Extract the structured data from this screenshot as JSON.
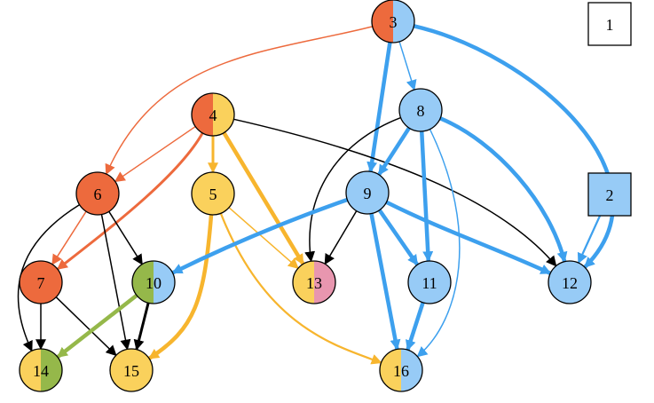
{
  "colors": {
    "orange": "#ED6A3D",
    "yellow": "#FAD15C",
    "blue": "#97CBF6",
    "green": "#95B84A",
    "pink": "#E896AF",
    "edge_orange": "#ED6A3D",
    "edge_yellow": "#F7B52E",
    "edge_blue": "#3DA0EE",
    "edge_green": "#95B84A",
    "edge_black": "#000000"
  },
  "nodes": [
    {
      "id": "1",
      "label": "1",
      "shape": "box",
      "fills": [
        "#ffffff"
      ]
    },
    {
      "id": "2",
      "label": "2",
      "shape": "box",
      "fills": [
        "#97CBF6"
      ]
    },
    {
      "id": "3",
      "label": "3",
      "shape": "circle",
      "fills": [
        "#ED6A3D",
        "#97CBF6"
      ]
    },
    {
      "id": "4",
      "label": "4",
      "shape": "circle",
      "fills": [
        "#ED6A3D",
        "#FAD15C"
      ]
    },
    {
      "id": "5",
      "label": "5",
      "shape": "circle",
      "fills": [
        "#FAD15C"
      ]
    },
    {
      "id": "6",
      "label": "6",
      "shape": "circle",
      "fills": [
        "#ED6A3D"
      ]
    },
    {
      "id": "7",
      "label": "7",
      "shape": "circle",
      "fills": [
        "#ED6A3D"
      ]
    },
    {
      "id": "8",
      "label": "8",
      "shape": "circle",
      "fills": [
        "#97CBF6"
      ]
    },
    {
      "id": "9",
      "label": "9",
      "shape": "circle",
      "fills": [
        "#97CBF6"
      ]
    },
    {
      "id": "10",
      "label": "10",
      "shape": "circle",
      "fills": [
        "#95B84A",
        "#97CBF6"
      ]
    },
    {
      "id": "11",
      "label": "11",
      "shape": "circle",
      "fills": [
        "#97CBF6"
      ]
    },
    {
      "id": "12",
      "label": "12",
      "shape": "circle",
      "fills": [
        "#97CBF6"
      ]
    },
    {
      "id": "13",
      "label": "13",
      "shape": "circle",
      "fills": [
        "#FAD15C",
        "#E896AF"
      ]
    },
    {
      "id": "14",
      "label": "14",
      "shape": "circle",
      "fills": [
        "#FAD15C",
        "#95B84A"
      ]
    },
    {
      "id": "15",
      "label": "15",
      "shape": "circle",
      "fills": [
        "#FAD15C"
      ]
    },
    {
      "id": "16",
      "label": "16",
      "shape": "circle",
      "fills": [
        "#FAD15C",
        "#97CBF6"
      ]
    }
  ],
  "edges": [
    {
      "from": "3",
      "to": "6",
      "color": "#ED6A3D",
      "weight": 1
    },
    {
      "from": "3",
      "to": "8",
      "color": "#3DA0EE",
      "weight": 1
    },
    {
      "from": "3",
      "to": "9",
      "color": "#3DA0EE",
      "weight": 3
    },
    {
      "from": "3",
      "to": "12",
      "color": "#3DA0EE",
      "weight": 3
    },
    {
      "from": "4",
      "to": "6",
      "color": "#ED6A3D",
      "weight": 1
    },
    {
      "from": "4",
      "to": "7",
      "color": "#ED6A3D",
      "weight": 2
    },
    {
      "from": "4",
      "to": "5",
      "color": "#F7B52E",
      "weight": 2
    },
    {
      "from": "4",
      "to": "13",
      "color": "#F7B52E",
      "weight": 3
    },
    {
      "from": "4",
      "to": "12",
      "color": "#000000",
      "weight": 1
    },
    {
      "from": "5",
      "to": "13",
      "color": "#F7B52E",
      "weight": 1
    },
    {
      "from": "5",
      "to": "15",
      "color": "#F7B52E",
      "weight": 3
    },
    {
      "from": "5",
      "to": "16",
      "color": "#F7B52E",
      "weight": 1.5
    },
    {
      "from": "6",
      "to": "7",
      "color": "#ED6A3D",
      "weight": 1
    },
    {
      "from": "6",
      "to": "10",
      "color": "#000000",
      "weight": 1
    },
    {
      "from": "6",
      "to": "14",
      "color": "#000000",
      "weight": 1
    },
    {
      "from": "6",
      "to": "15",
      "color": "#000000",
      "weight": 1
    },
    {
      "from": "7",
      "to": "14",
      "color": "#000000",
      "weight": 1
    },
    {
      "from": "7",
      "to": "15",
      "color": "#000000",
      "weight": 1
    },
    {
      "from": "8",
      "to": "9",
      "color": "#3DA0EE",
      "weight": 3
    },
    {
      "from": "8",
      "to": "11",
      "color": "#3DA0EE",
      "weight": 3
    },
    {
      "from": "8",
      "to": "12",
      "color": "#3DA0EE",
      "weight": 3
    },
    {
      "from": "8",
      "to": "13",
      "color": "#000000",
      "weight": 1
    },
    {
      "from": "8",
      "to": "16",
      "color": "#3DA0EE",
      "weight": 1
    },
    {
      "from": "9",
      "to": "10",
      "color": "#3DA0EE",
      "weight": 3
    },
    {
      "from": "9",
      "to": "11",
      "color": "#3DA0EE",
      "weight": 3
    },
    {
      "from": "9",
      "to": "12",
      "color": "#3DA0EE",
      "weight": 3
    },
    {
      "from": "9",
      "to": "13",
      "color": "#000000",
      "weight": 1
    },
    {
      "from": "9",
      "to": "16",
      "color": "#3DA0EE",
      "weight": 3
    },
    {
      "from": "10",
      "to": "14",
      "color": "#95B84A",
      "weight": 3
    },
    {
      "from": "10",
      "to": "15",
      "color": "#000000",
      "weight": 2
    },
    {
      "from": "11",
      "to": "16",
      "color": "#3DA0EE",
      "weight": 3
    },
    {
      "from": "2",
      "to": "12",
      "color": "#3DA0EE",
      "weight": 1.5
    }
  ]
}
